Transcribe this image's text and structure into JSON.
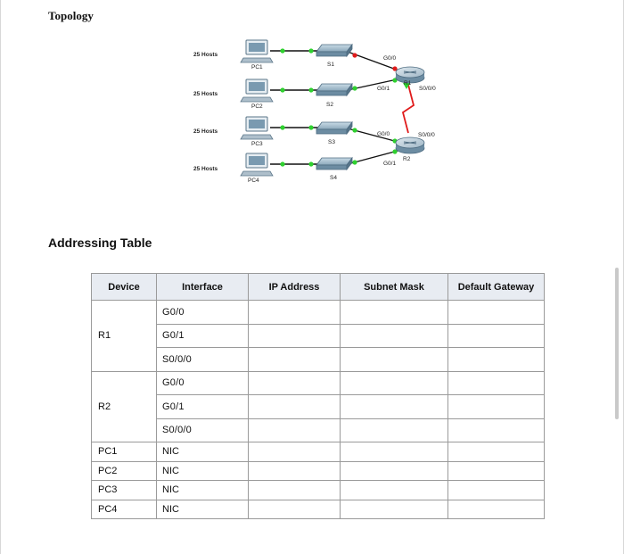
{
  "topology": {
    "heading": "Topology",
    "hosts_label": "25 Hosts",
    "pcs": [
      "PC1",
      "PC2",
      "PC3",
      "PC4"
    ],
    "switches": [
      "S1",
      "S2",
      "S3",
      "S4"
    ],
    "routers": [
      "R1",
      "R2"
    ],
    "port_labels": {
      "r1_g00": "G0/0",
      "r1_g01": "G0/1",
      "r1_s000": "S0/0/0",
      "r2_g00": "G0/0",
      "r2_g01": "G0/1",
      "r2_s000": "S0/0/0"
    }
  },
  "addressing": {
    "heading": "Addressing Table",
    "columns": [
      "Device",
      "Interface",
      "IP Address",
      "Subnet Mask",
      "Default Gateway"
    ],
    "groups": [
      {
        "device": "R1",
        "interfaces": [
          "G0/0",
          "G0/1",
          "S0/0/0"
        ]
      },
      {
        "device": "R2",
        "interfaces": [
          "G0/0",
          "G0/1",
          "S0/0/0"
        ]
      }
    ],
    "pc_rows": [
      {
        "device": "PC1",
        "interface": "NIC"
      },
      {
        "device": "PC2",
        "interface": "NIC"
      },
      {
        "device": "PC3",
        "interface": "NIC"
      },
      {
        "device": "PC4",
        "interface": "NIC"
      }
    ]
  }
}
